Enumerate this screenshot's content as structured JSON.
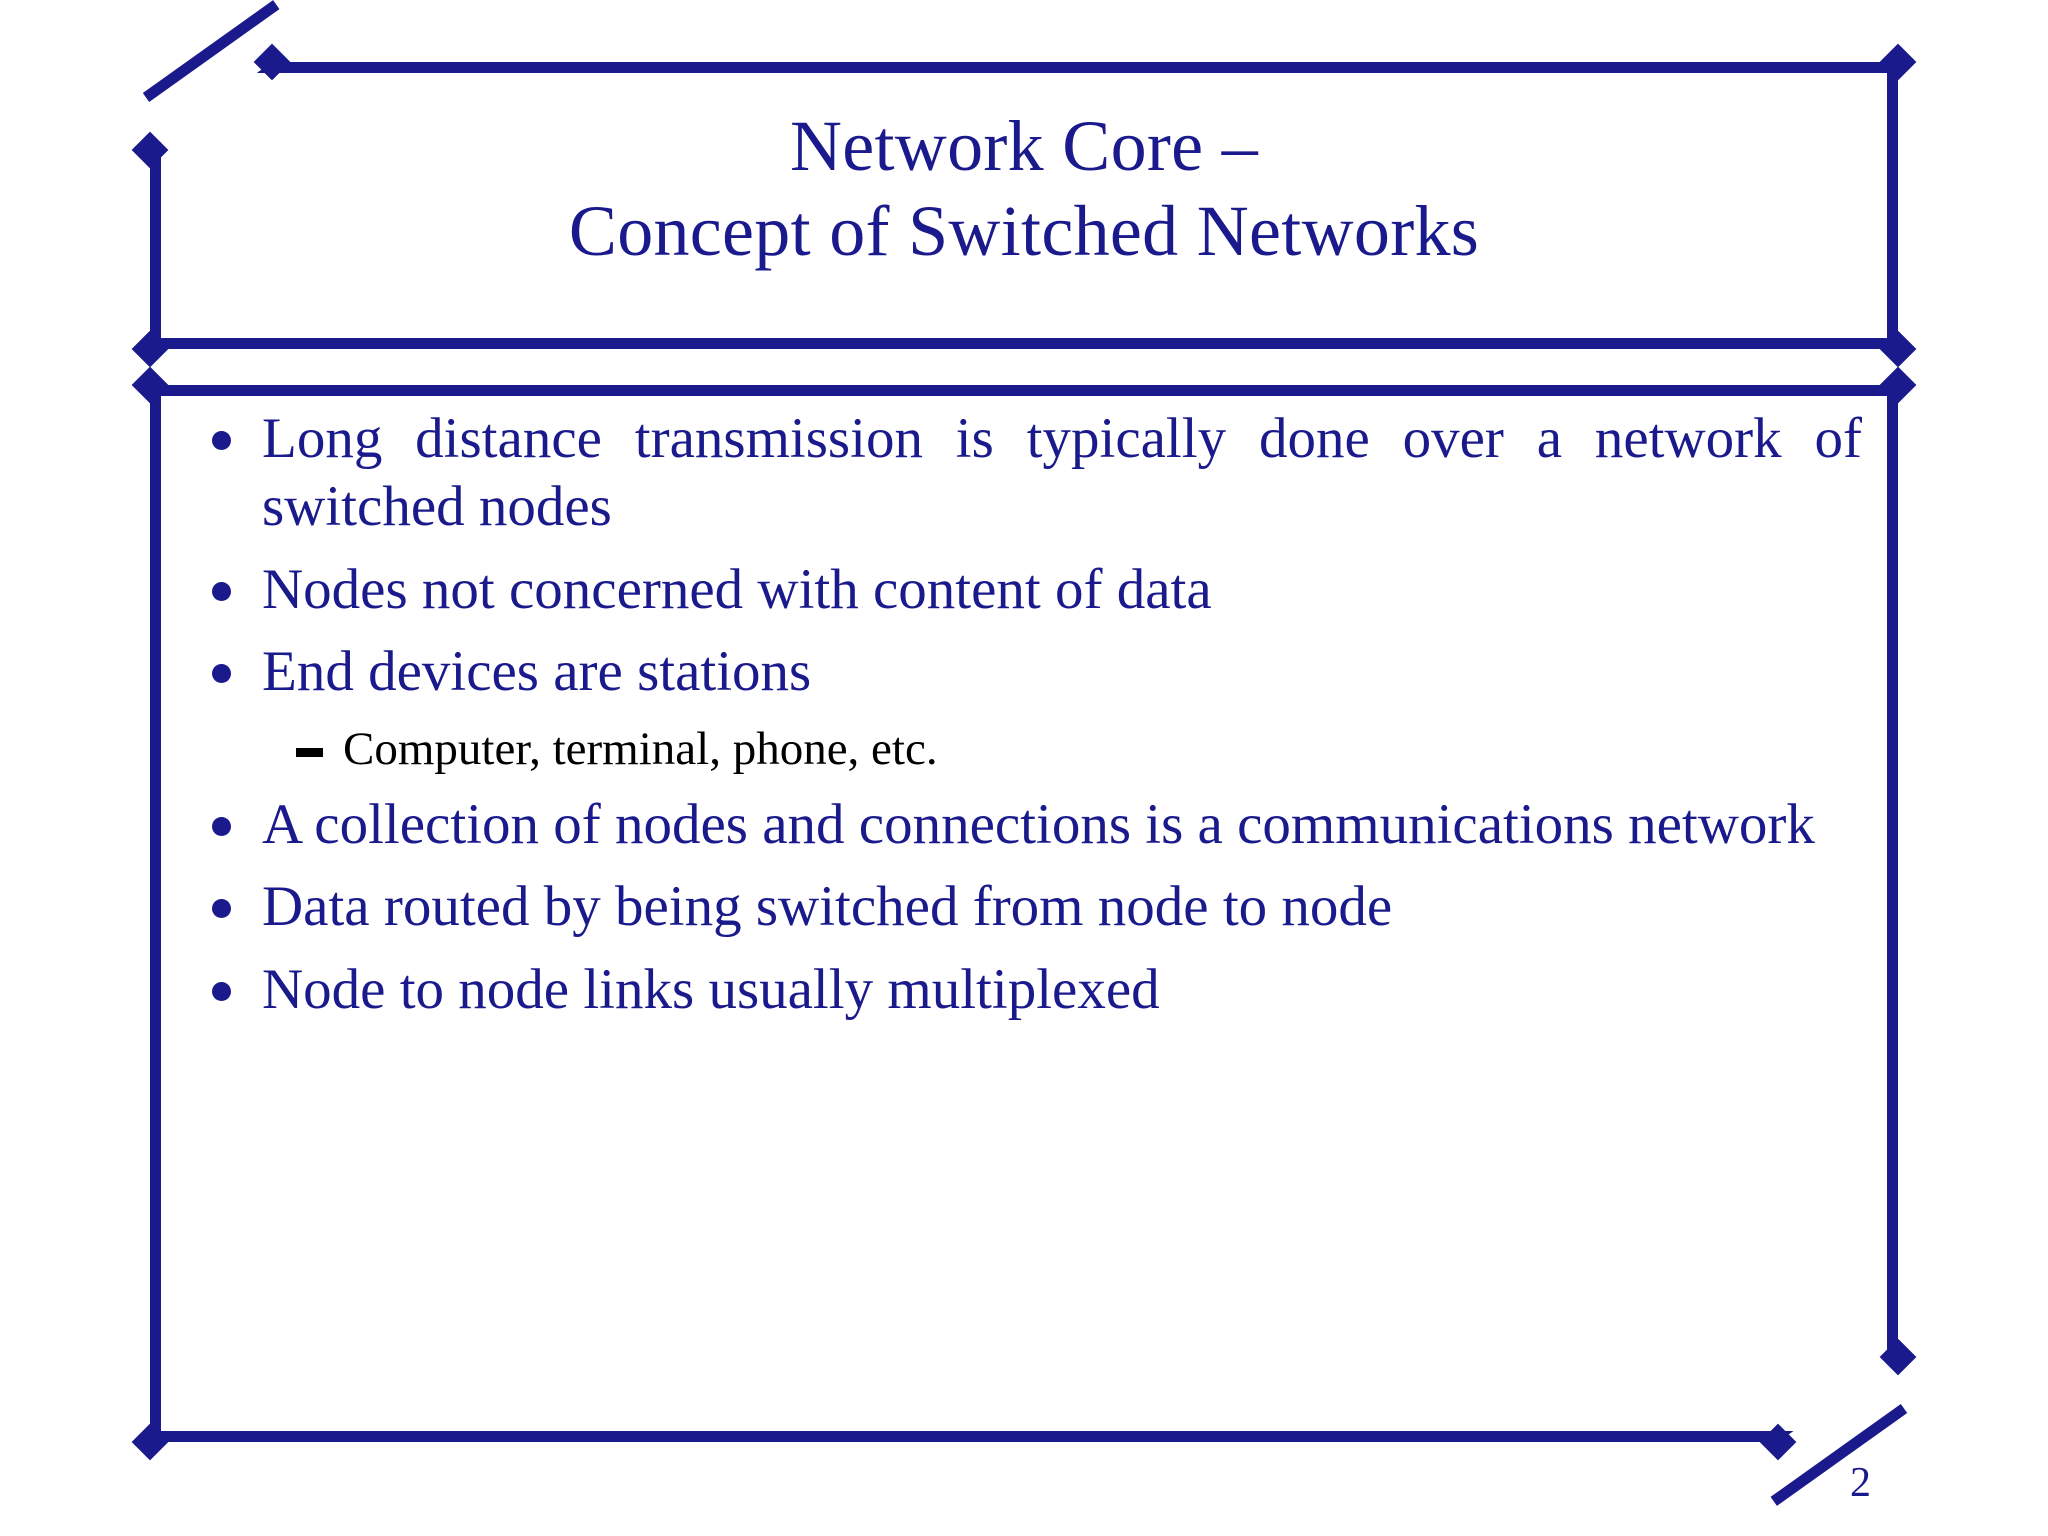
{
  "slide": {
    "background_color": "#ffffff",
    "accent_color": "#1a1a8c",
    "secondary_text_color": "#000000"
  },
  "title": {
    "line1": "Network Core –",
    "line2": "Concept of Switched Networks",
    "full_text": "Network Core –\nConcept of Switched Networks"
  },
  "content": {
    "bullets": [
      {
        "level": 1,
        "marker": "round-bullet",
        "text": "Long distance transmission is typically done over a network of switched nodes",
        "color": "#1a1a8c"
      },
      {
        "level": 1,
        "marker": "round-bullet",
        "text": "Nodes not concerned with content of data",
        "color": "#1a1a8c"
      },
      {
        "level": 1,
        "marker": "round-bullet",
        "text": "End devices are stations",
        "color": "#1a1a8c"
      },
      {
        "level": 2,
        "marker": "dash-bullet",
        "text": "Computer, terminal, phone, etc.",
        "color": "#000000"
      },
      {
        "level": 1,
        "marker": "round-bullet",
        "text": "A collection of nodes and connections is a communications network",
        "color": "#1a1a8c"
      },
      {
        "level": 1,
        "marker": "round-bullet",
        "text": "Data routed by being switched from node to node",
        "color": "#1a1a8c"
      },
      {
        "level": 1,
        "marker": "round-bullet",
        "text": "Node to node links usually multiplexed",
        "color": "#1a1a8c"
      }
    ]
  },
  "footer": {
    "page_number": "2"
  }
}
